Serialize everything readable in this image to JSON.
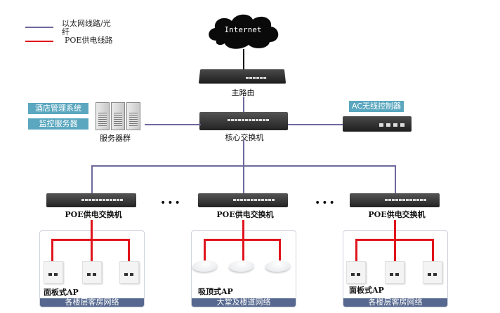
{
  "legend": {
    "ethernet_label": "以太网线路/光纤",
    "poe_label": "POE供电线路",
    "ethernet_color": "#6e6a9c",
    "poe_color": "#e0141c"
  },
  "nodes": {
    "internet": "Internet",
    "main_router": "主路由",
    "core_switch": "核心交换机",
    "server_group": "服务器群",
    "hotel_system_tag": "酒店管理系统",
    "monitor_server_tag": "监控服务器",
    "ac_controller_tag": "AC无线控制器",
    "poe_switches": [
      "POE供电交换机",
      "POE供电交换机",
      "POE供电交换机"
    ],
    "ellipsis": "•••"
  },
  "groups": [
    {
      "ap_type": "面板式AP",
      "network": "各楼层客房网络"
    },
    {
      "ap_type": "吸顶式AP",
      "network": "大堂及楼道网络"
    },
    {
      "ap_type": "面板式AP",
      "network": "各楼层客房网络"
    }
  ],
  "colors": {
    "tag_bg": "#5aa7bf",
    "group_bar": "#56688f"
  }
}
